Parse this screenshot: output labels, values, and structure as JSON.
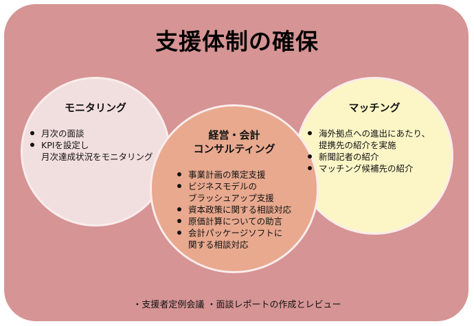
{
  "title": "支援体制の確保",
  "circles": {
    "left": {
      "title": "モニタリング",
      "items": [
        "月次の面談",
        "KPIを設定し\n月次達成状況をモニタリング"
      ]
    },
    "middle": {
      "title": "経営・会計\nコンサルティング",
      "items": [
        "事業計画の策定支援",
        "ビジネスモデルの\nブラッシュアップ支援",
        "資本政策に関する相談対応",
        "原価計算についての助言",
        "会計パッケージソフトに\n関する相談対応"
      ]
    },
    "right": {
      "title": "マッチング",
      "items": [
        "海外拠点への進出にあたり、\n提携先の紹介を実施",
        "新聞記者の紹介",
        "マッチング候補先の紹介"
      ]
    }
  },
  "footer": "・支援者定例会議 ・面談レポートの作成とレビュー",
  "colors": {
    "panel": "#d69494",
    "left_circle": "#f1dede",
    "middle_circle": "#e8a98f",
    "right_circle": "#fcf6c7"
  }
}
